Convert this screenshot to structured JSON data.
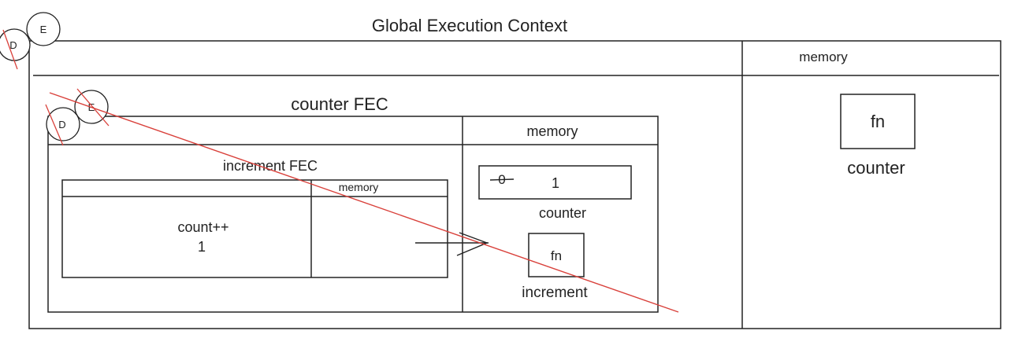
{
  "diagram": {
    "global": {
      "title": "Global Execution Context",
      "memory_label": "memory",
      "memory_item": {
        "value": "fn",
        "name": "counter"
      },
      "stack": {
        "top": "E",
        "bottom": "D"
      }
    },
    "counter_fec": {
      "title": "counter FEC",
      "memory_label": "memory",
      "count_var": {
        "old_value": "0",
        "new_value": "1",
        "name": "counter"
      },
      "increment_var": {
        "value": "fn",
        "name": "increment"
      },
      "stack": {
        "top": "E",
        "bottom": "D"
      }
    },
    "increment_fec": {
      "title": "increment FEC",
      "memory_label": "memory",
      "code": {
        "line1": "count++",
        "line2": "1"
      }
    },
    "colors": {
      "line": "#222222",
      "strike": "#d9413b"
    }
  }
}
